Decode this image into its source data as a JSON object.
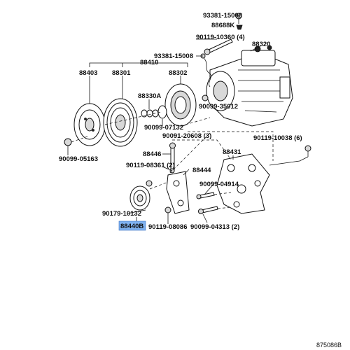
{
  "labels": {
    "p93381_top": "93381-15008",
    "p88688k": "88688K",
    "p90119_10360": "90119-10360 (4)",
    "p88320": "88320",
    "p93381_mid": "93381-15008",
    "p88410": "88410",
    "p88403": "88403",
    "p88301": "88301",
    "p88302": "88302",
    "p88330a": "88330A",
    "p90099_35012": "90099-35012",
    "p90099_07132": "90099-07132",
    "p90091_20608": "90091-20608 (3)",
    "p90099_05163": "90099-05163",
    "p90119_10038": "90119-10038 (6)",
    "p88446": "88446",
    "p88431": "88431",
    "p90119_08361": "90119-08361 (2)",
    "p88444": "88444",
    "p90099_04914": "90099-04914",
    "p90179_10132": "90179-10132",
    "p88440b": "88440B",
    "p90119_08086": "90119-08086",
    "p90099_04313": "90099-04313 (2)",
    "figure_code": "875086B"
  },
  "highlight_color": "#7fb2f0"
}
